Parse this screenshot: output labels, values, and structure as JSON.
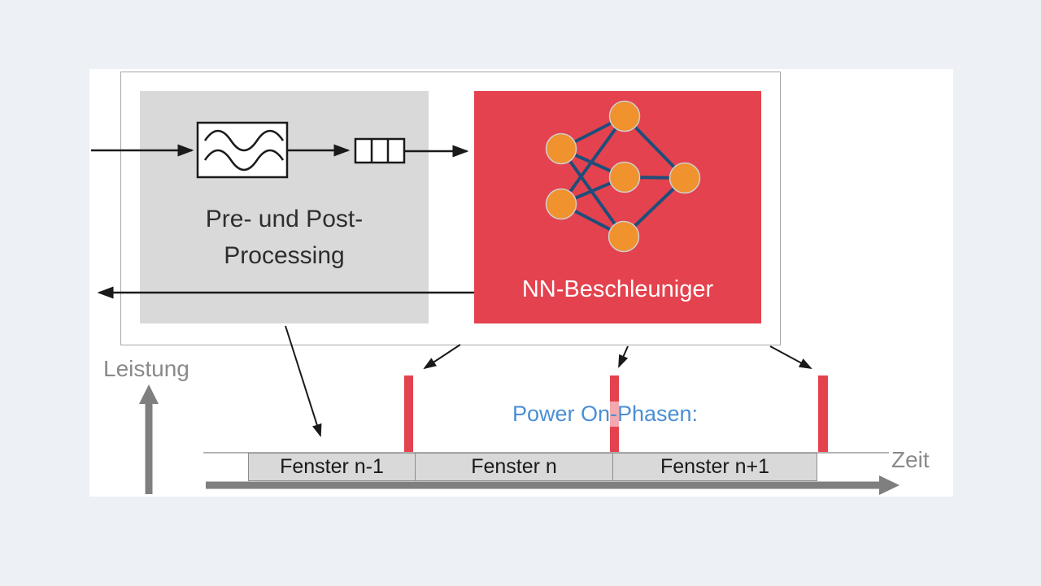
{
  "flow": {
    "processing_label_line1": "Pre- und Post-",
    "processing_label_line2": "Processing",
    "nn_label": "NN-Beschleuniger"
  },
  "timeline": {
    "y_axis_label": "Leistung",
    "x_axis_label": "Zeit",
    "power_on_label": "Power On-Phasen:",
    "windows": [
      {
        "label": "Fenster n-1"
      },
      {
        "label": "Fenster n"
      },
      {
        "label": "Fenster n+1"
      }
    ]
  },
  "icons": {
    "filter_icon": "filter-waves",
    "fifo_icon": "fifo-buffer",
    "nn_icon": "neural-network",
    "arrow_icon": "arrowhead"
  },
  "colors": {
    "accent_red": "#e4424e",
    "node_orange": "#f0922d",
    "edge_blue": "#1f4e7a",
    "power_on_blue": "#4a8fd4",
    "axis_gray": "#7f7f7f",
    "box_gray": "#d9d9d9",
    "background": "#edf0f5"
  }
}
